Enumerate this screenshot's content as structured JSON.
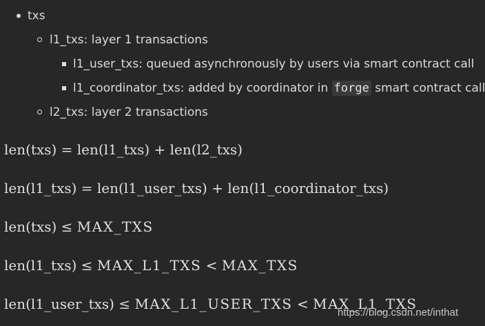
{
  "list": {
    "txs": "txs",
    "l1_txs": "l1_txs: layer 1 transactions",
    "l1_user_txs": "l1_user_txs: queued asynchronously by users via smart contract call",
    "l1_coord_prefix": "l1_coordinator_txs: added by coordinator in",
    "l1_coord_code": "forge",
    "l1_coord_suffix": "smart contract call",
    "l2_txs": "l2_txs: layer 2 transactions"
  },
  "formulas": {
    "f1": "len(txs) = len(l1_txs) + len(l2_txs)",
    "f2": "len(l1_txs) = len(l1_user_txs) + len(l1_coordinator_txs)",
    "f3_left": "len(txs) ≤ ",
    "f3_caps": "MAX_TXS",
    "f4_left": "len(l1_txs) ≤ ",
    "f4_caps1": "MAX_L1_TXS",
    "f4_mid": " < ",
    "f4_caps2": "MAX_TXS",
    "f5_left": "len(l1_user_txs) ≤ ",
    "f5_caps1": "MAX_L1_USER_TXS",
    "f5_mid": " < ",
    "f5_caps2": "MAX_L1_TXS"
  },
  "watermark": "https://blog.csdn.net/inthat"
}
